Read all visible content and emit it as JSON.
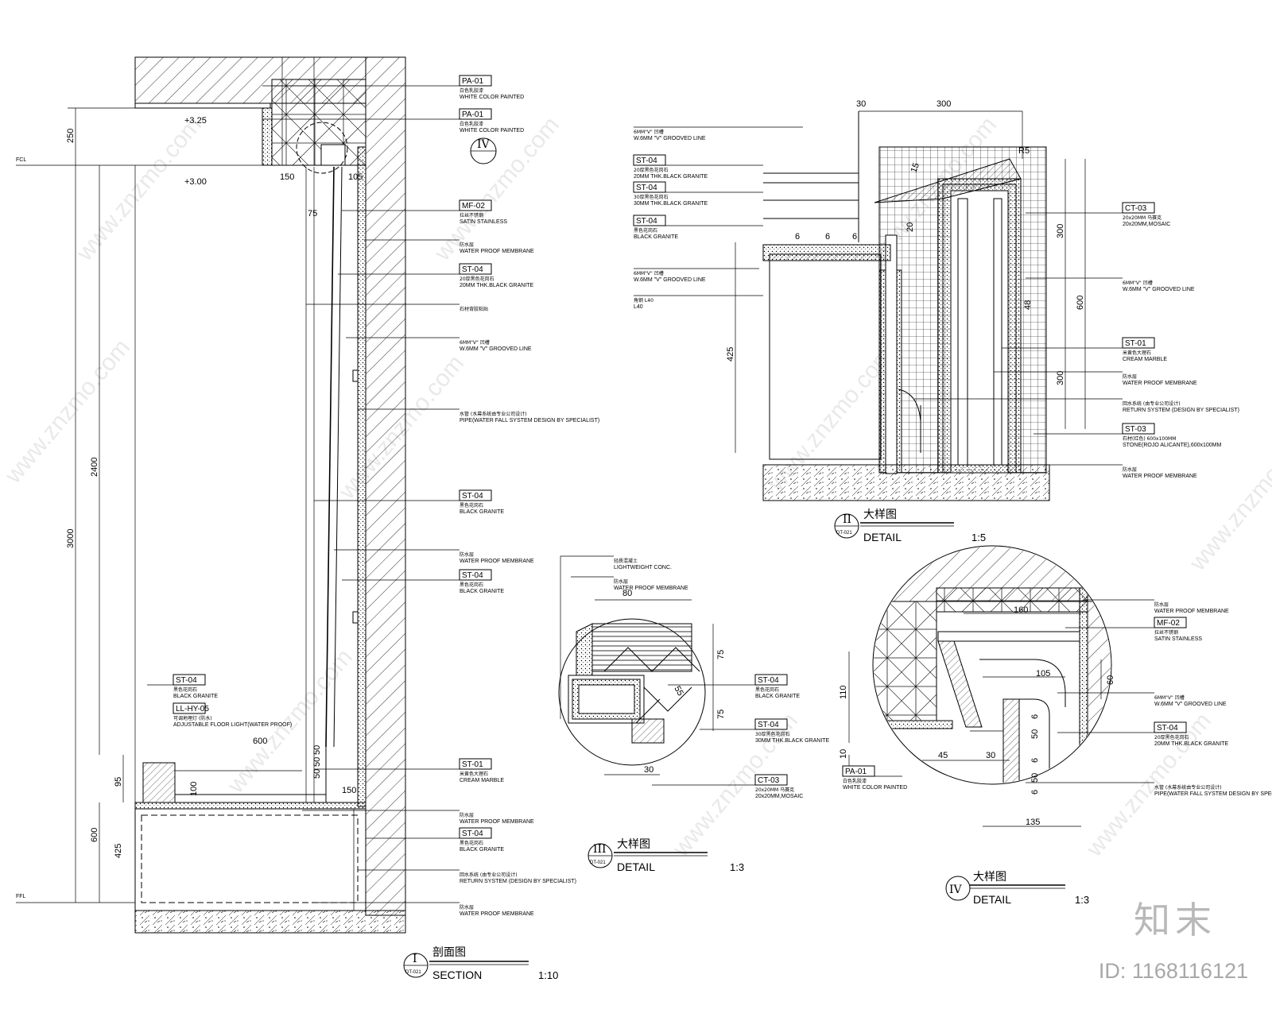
{
  "watermark": {
    "text": "www.znzmo.com",
    "brand_cn": "知末",
    "brand_id": "ID: 1168116121"
  },
  "section": {
    "levels": {
      "top": "+3.25",
      "ceiling": "+3.00",
      "fcl": "FCL",
      "ffl": "FFL"
    },
    "dims": {
      "d250": "250",
      "d2400": "2400",
      "d3000": "3000",
      "d600": "600",
      "d425": "425",
      "d95": "95",
      "d150a": "150",
      "d105": "105",
      "d75": "75",
      "d600h": "600",
      "d100": "100",
      "d150b": "150",
      "d50a": "50",
      "d50b": "50",
      "d50c": "50"
    },
    "tags": [
      {
        "code": "PA-01",
        "cn": "白色乳胶漆",
        "en": "WHITE COLOR PAINTED"
      },
      {
        "code": "PA-01",
        "cn": "白色乳胶漆",
        "en": "WHITE COLOR PAINTED"
      },
      {
        "code": "MF-02",
        "cn": "拉丝不锈钢",
        "en": "SATIN STAINLESS"
      },
      {
        "code": "",
        "cn": "防水层",
        "en": "WATER PROOF MEMBRANE"
      },
      {
        "code": "ST-04",
        "cn": "20厚黑色花岗石",
        "en": "20MM THK.BLACK GRANITE"
      },
      {
        "code": "",
        "cn": "石材背胶粘贴",
        "en": ""
      },
      {
        "code": "",
        "cn": "6MM\"V\" 凹槽",
        "en": "W.6MM \"V\" GROOVED LINE"
      },
      {
        "code": "",
        "cn": "水管 (水幕系统由专业公司设计)",
        "en": "PIPE(WATER FALL SYSTEM DESIGN BY SPECIALIST)"
      },
      {
        "code": "ST-04",
        "cn": "黑色花岗石",
        "en": "BLACK GRANITE"
      },
      {
        "code": "",
        "cn": "防水层",
        "en": "WATER PROOF MEMBRANE"
      },
      {
        "code": "ST-04",
        "cn": "黑色花岗石",
        "en": "BLACK GRANITE"
      },
      {
        "code": "ST-01",
        "cn": "米黄色大理石",
        "en": "CREAM MARBLE"
      },
      {
        "code": "",
        "cn": "防水层",
        "en": "WATER PROOF MEMBRANE"
      },
      {
        "code": "ST-04",
        "cn": "黑色花岗石",
        "en": "BLACK GRANITE"
      },
      {
        "code": "",
        "cn": "回水系统 (由专业公司设计)",
        "en": "RETURN SYSTEM (DESIGN BY SPECIALIST)"
      },
      {
        "code": "",
        "cn": "防水层",
        "en": "WATER PROOF MEMBRANE"
      }
    ],
    "left_tags": [
      {
        "code": "ST-04",
        "cn": "黑色花岗石",
        "en": "BLACK GRANITE"
      },
      {
        "code": "LL-HY-05",
        "cn": "可调地埋灯 (防水)",
        "en": "ADJUSTABLE FLOOR LIGHT(WATER PROOF)"
      }
    ],
    "callout": "IV",
    "title": {
      "num": "I",
      "ref": "DT-021",
      "cn": "剖面图",
      "en": "SECTION",
      "scale": "1:10"
    }
  },
  "detail2": {
    "dims": {
      "d30": "30",
      "d300": "300",
      "d15": "15",
      "d5": "R5",
      "d6a": "6",
      "d6b": "6",
      "d6c": "6",
      "d20": "20",
      "d425": "425",
      "d300a": "300",
      "d600": "600",
      "d300b": "300",
      "d48": "48"
    },
    "left_tags": [
      {
        "code": "",
        "cn": "6MM\"V\" 凹槽",
        "en": "W.6MM \"V\" GROOVED LINE"
      },
      {
        "code": "ST-04",
        "cn": "20厚黑色花岗石",
        "en": "20MM THK.BLACK GRANITE"
      },
      {
        "code": "ST-04",
        "cn": "30厚黑色花岗石",
        "en": "30MM THK.BLACK GRANITE"
      },
      {
        "code": "ST-04",
        "cn": "黑色花岗石",
        "en": "BLACK GRANITE"
      },
      {
        "code": "",
        "cn": "6MM\"V\" 凹槽",
        "en": "W.6MM \"V\" GROOVED LINE"
      },
      {
        "code": "",
        "cn": "角钢 L40",
        "en": "L40"
      }
    ],
    "right_tags": [
      {
        "code": "CT-03",
        "cn": "20x20MM 马赛克",
        "en": "20x20MM,MOSAIC"
      },
      {
        "code": "",
        "cn": "6MM\"V\" 凹槽",
        "en": "W.6MM \"V\" GROOVED LINE"
      },
      {
        "code": "ST-01",
        "cn": "米黄色大理石",
        "en": "CREAM MARBLE"
      },
      {
        "code": "",
        "cn": "防水层",
        "en": "WATER PROOF MEMBRANE"
      },
      {
        "code": "",
        "cn": "回水系统 (由专业公司设计)",
        "en": "RETURN SYSTEM (DESIGN BY SPECIALIST)"
      },
      {
        "code": "ST-03",
        "cn": "石材(红色) 600x100MM",
        "en": "STONE(ROJO ALICANTE),600x100MM"
      },
      {
        "code": "",
        "cn": "防水层",
        "en": "WATER PROOF MEMBRANE"
      }
    ],
    "title": {
      "num": "II",
      "ref": "DT-021",
      "cn": "大样图",
      "en": "DETAIL",
      "scale": "1:5"
    }
  },
  "detail3": {
    "dims": {
      "d80": "80",
      "d75a": "75",
      "d75b": "75",
      "d55": "55",
      "d30": "30"
    },
    "left_tags": [
      {
        "code": "",
        "cn": "轻质混凝土",
        "en": "LIGHTWEIGHT CONC."
      },
      {
        "code": "",
        "cn": "防水层",
        "en": "WATER PROOF MEMBRANE"
      }
    ],
    "right_tags": [
      {
        "code": "ST-04",
        "cn": "黑色花岗石",
        "en": "BLACK GRANITE"
      },
      {
        "code": "ST-04",
        "cn": "30厚黑色花岗石",
        "en": "30MM THK.BLACK GRANITE"
      },
      {
        "code": "CT-03",
        "cn": "20x20MM 马赛克",
        "en": "20x20MM,MOSAIC"
      }
    ],
    "title": {
      "num": "III",
      "ref": "DT-021",
      "cn": "大样图",
      "en": "DETAIL",
      "scale": "1:3"
    }
  },
  "detail4": {
    "dims": {
      "d160": "160",
      "d110": "110",
      "d105": "105",
      "d60": "60",
      "d10": "10",
      "d45": "45",
      "d30": "30",
      "d6a": "6",
      "d50a": "50",
      "d6b": "6",
      "d50b": "50",
      "d6c": "6",
      "d135": "135"
    },
    "right_tags": [
      {
        "code": "",
        "cn": "防水层",
        "en": "WATER PROOF MEMBRANE"
      },
      {
        "code": "MF-02",
        "cn": "拉丝不锈钢",
        "en": "SATIN STAINLESS"
      },
      {
        "code": "",
        "cn": "6MM\"V\" 凹槽",
        "en": "W.6MM \"V\" GROOVED LINE"
      },
      {
        "code": "ST-04",
        "cn": "20厚黑色花岗石",
        "en": "20MM THK.BLACK GRANITE"
      },
      {
        "code": "",
        "cn": "水管 (水幕系统由专业公司设计)",
        "en": "PIPE(WATER FALL SYSTEM DESIGN BY SPECIALIST)"
      }
    ],
    "left_tags": [
      {
        "code": "PA-01",
        "cn": "白色乳胶漆",
        "en": "WHITE COLOR PAINTED"
      }
    ],
    "title": {
      "num": "IV",
      "ref": "",
      "cn": "大样图",
      "en": "DETAIL",
      "scale": "1:3"
    }
  }
}
